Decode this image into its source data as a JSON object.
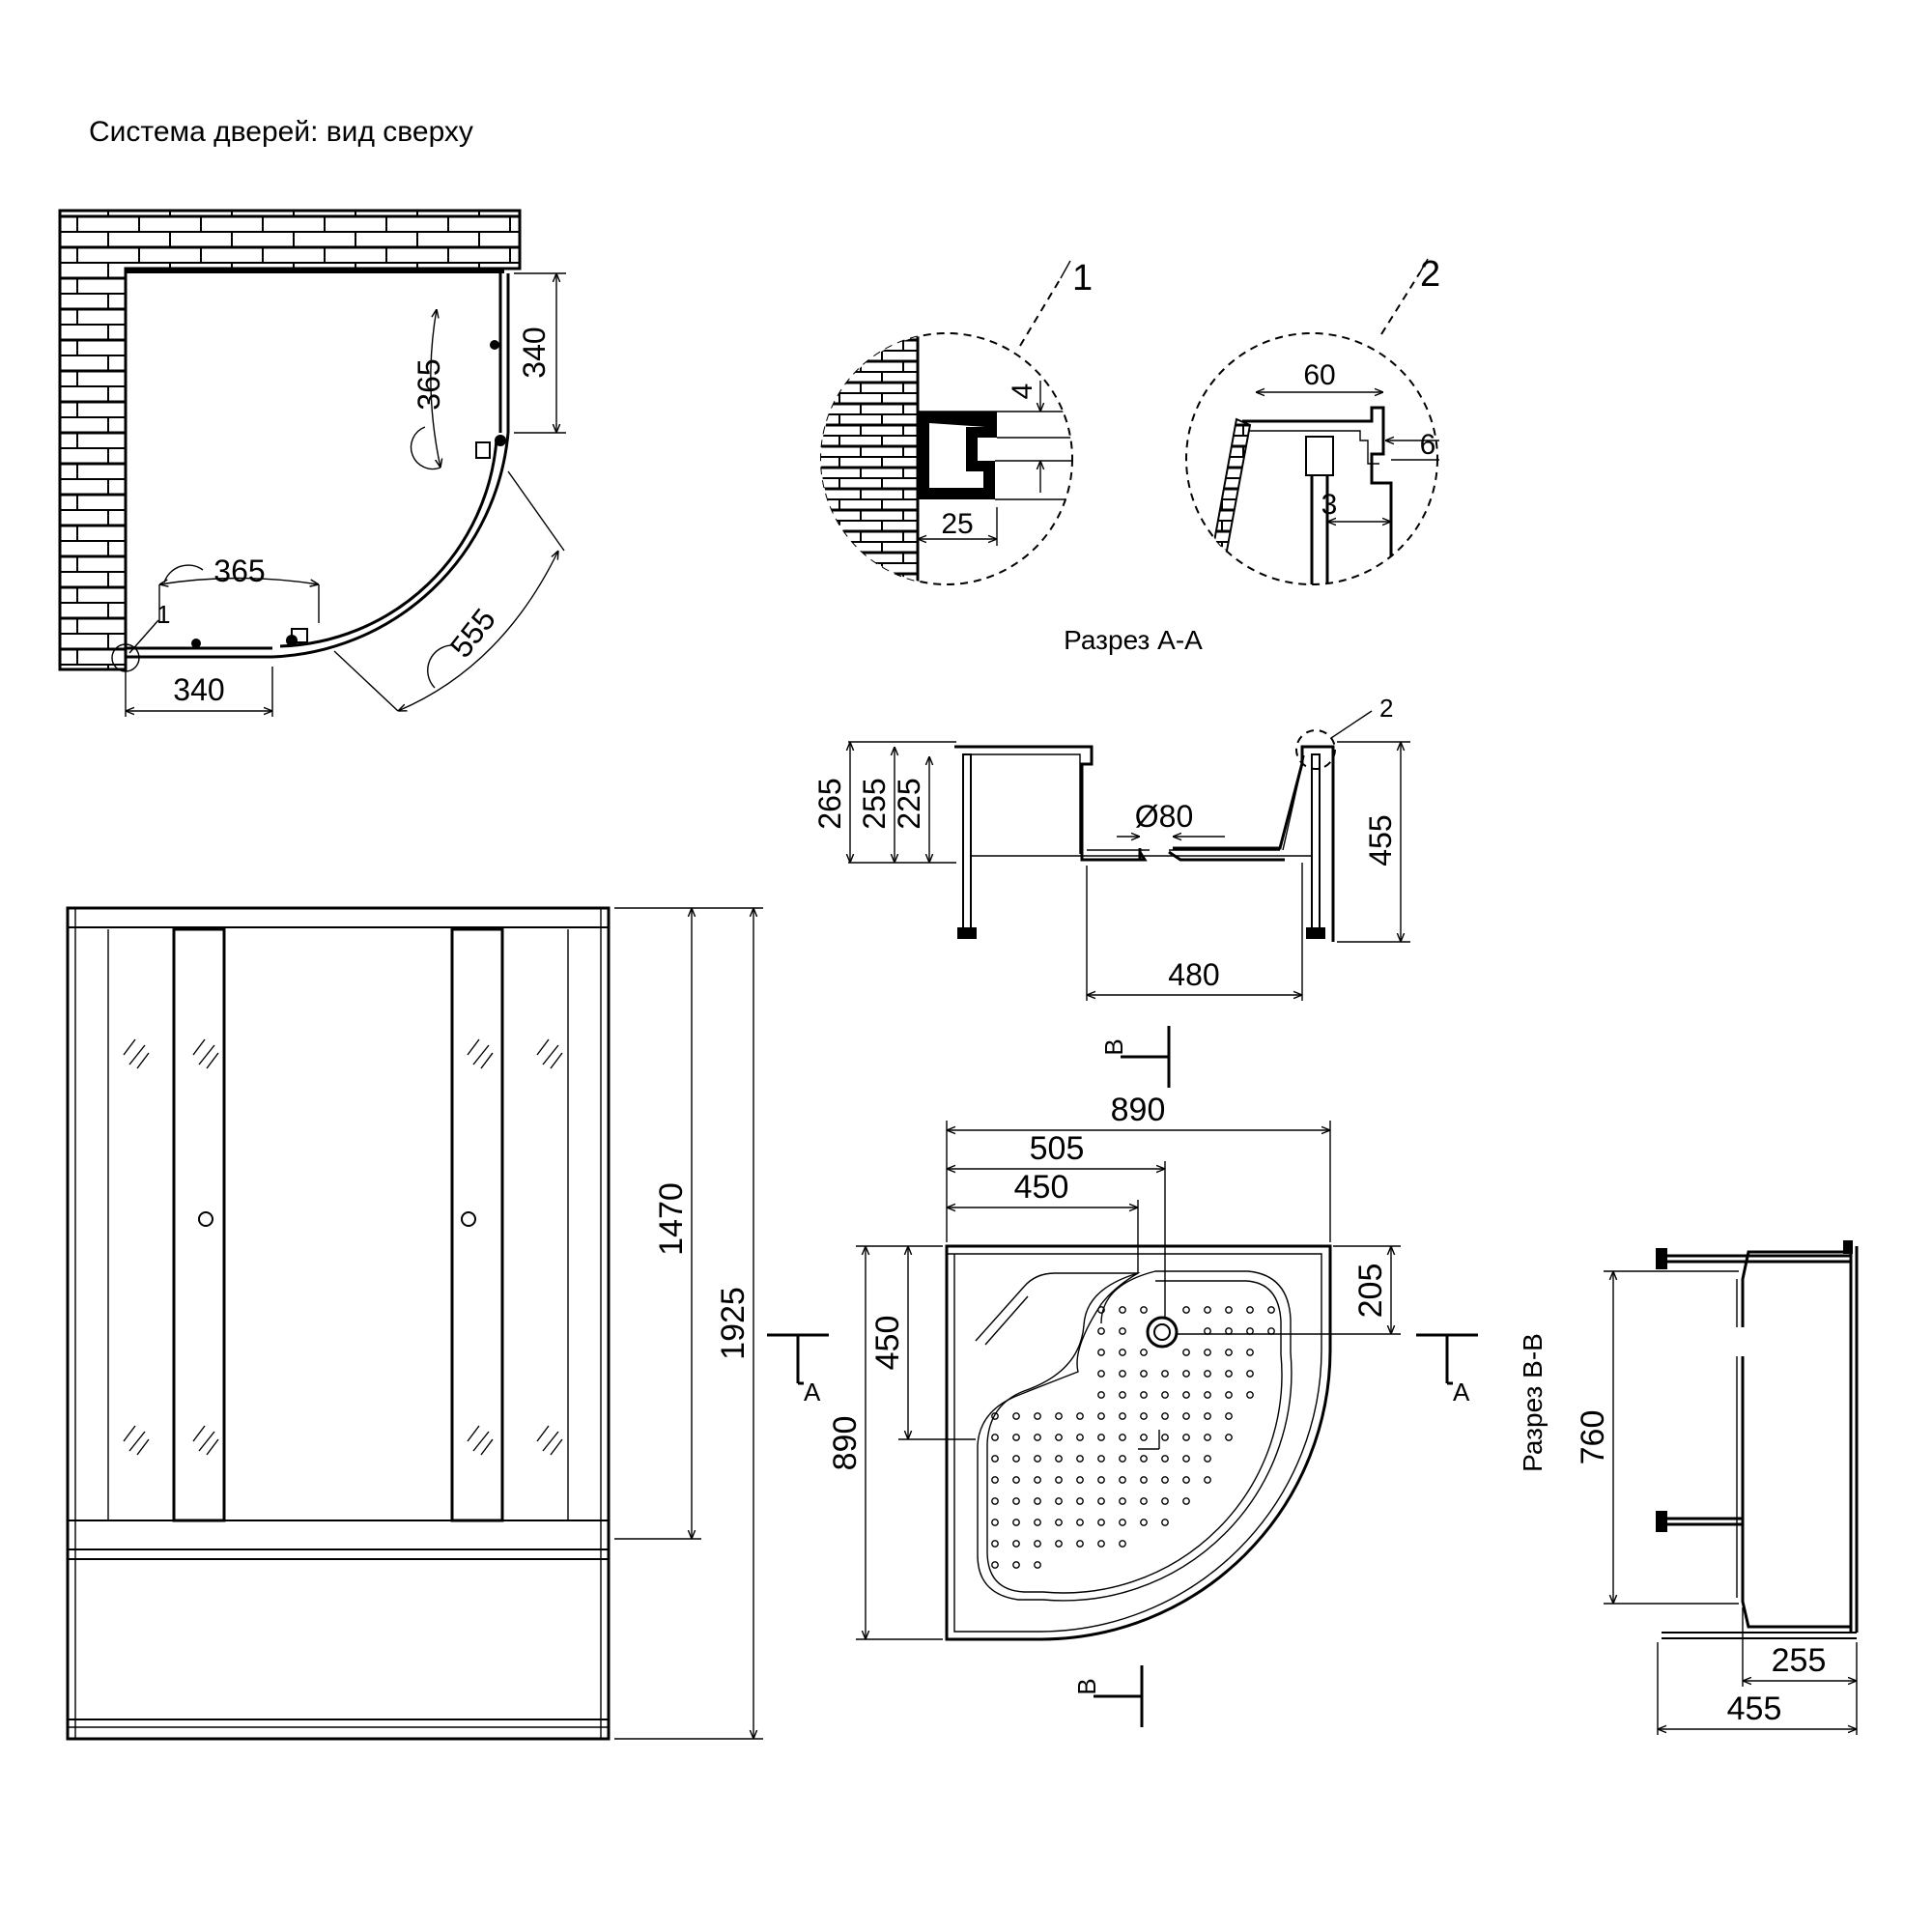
{
  "title": "Система дверей: вид сверху",
  "section_aa_label": "Разрез А-А",
  "section_bb_label": "Разрез B-B",
  "plan_view": {
    "width_340": "340",
    "depth_340": "340",
    "arc_365_top": "365",
    "arc_365_side": "365",
    "radius_555": "555",
    "callout_1": "1"
  },
  "detail_1": {
    "label": "1",
    "dim_4": "4",
    "dim_25": "25"
  },
  "detail_2": {
    "label": "2",
    "dim_60": "60",
    "dim_6": "6",
    "dim_3": "3"
  },
  "section_aa": {
    "dim_265": "265",
    "dim_255": "255",
    "dim_225": "225",
    "dim_80": "Ø80",
    "dim_480": "480",
    "dim_455": "455",
    "callout_2": "2"
  },
  "front_view": {
    "dim_1470": "1470",
    "dim_1925": "1925"
  },
  "tray_plan": {
    "dim_890_w": "890",
    "dim_505": "505",
    "dim_450_h": "450",
    "dim_205": "205",
    "dim_450_v": "450",
    "dim_890_v": "890",
    "cut_a": "A",
    "cut_b": "B"
  },
  "section_bb": {
    "dim_760": "760",
    "dim_255": "255",
    "dim_455": "455"
  }
}
